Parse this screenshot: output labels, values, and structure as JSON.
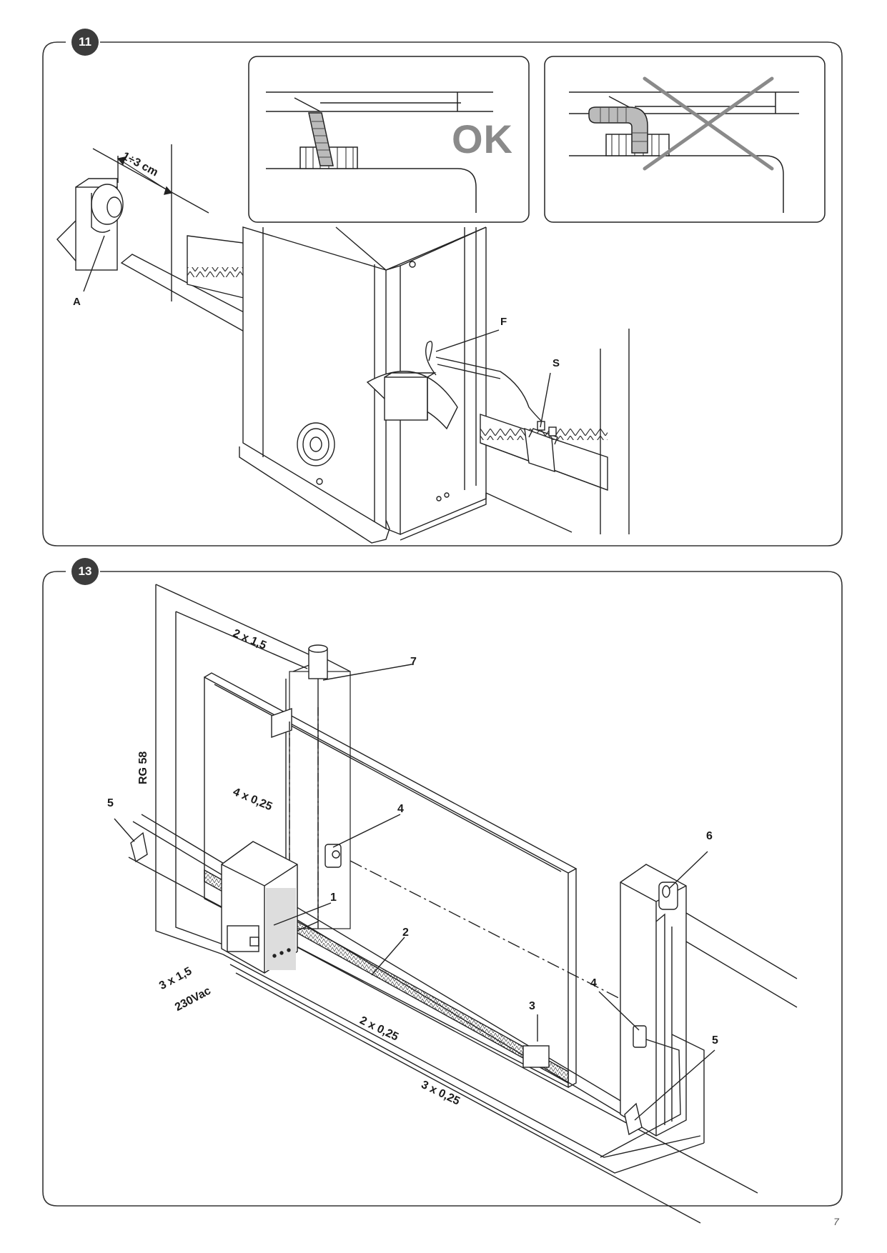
{
  "figures": [
    {
      "number": "11",
      "inset_ok_text": "OK",
      "labels": {
        "dimension": "1÷3 cm",
        "a": "A",
        "f": "F",
        "s": "S"
      }
    },
    {
      "number": "13",
      "callouts": {
        "c1": "1",
        "c2": "2",
        "c3": "3",
        "c4a": "4",
        "c4b": "4",
        "c5a": "5",
        "c5b": "5",
        "c6": "6",
        "c7": "7"
      },
      "cables": {
        "antenna": "RG 58",
        "lamp": "2 x 1,5",
        "photocell_top": "4 x 0,25",
        "power_count": "3 x 1,5",
        "power_voltage": "230Vac",
        "photocell_rx": "2 x 0,25",
        "key_selector": "3 x 0,25"
      }
    }
  ],
  "page_number": "7",
  "colors": {
    "badge": "#3c3c3c",
    "frame": "#333333",
    "ok_text": "#8a8a8a",
    "cross": "#8a8a8a"
  }
}
